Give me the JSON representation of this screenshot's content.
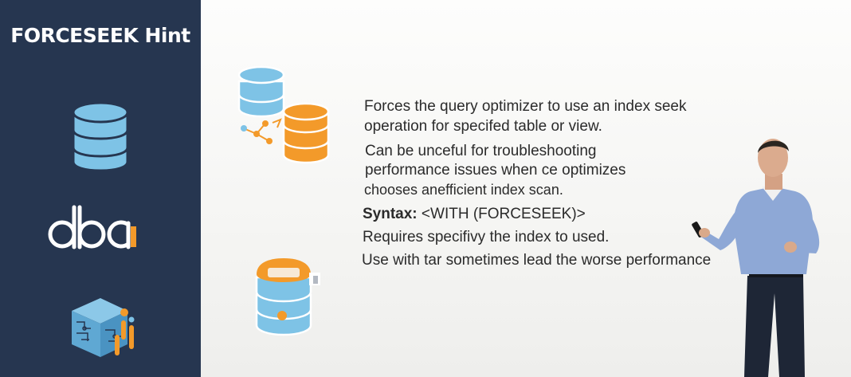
{
  "sidebar": {
    "title": "FORCESEEK Hint",
    "items": [
      {
        "icon": "database-icon"
      },
      {
        "icon": "dba-logo",
        "logo_text": "dba"
      },
      {
        "icon": "data-cube-icon"
      }
    ]
  },
  "slide": {
    "illustrations": [
      {
        "icon": "database-branch-icon"
      },
      {
        "icon": "database-worker-icon"
      }
    ],
    "text": {
      "description_line1": "Forces the query optimizer to use an index seek",
      "description_line2": "operation for specifed table or view.",
      "troubleshoot_line1": "Can be unceful for troubleshooting",
      "troubleshoot_line2": "performance issues when ce optimizes",
      "troubleshoot_line3": "chooses anefficient index scan.",
      "syntax_label": "Syntax:",
      "syntax_value": "<WITH (FORCESEEK)>",
      "requires_line": "Requires specifivy the index to used.",
      "caution_line": "Use with tar sometimes lead the worse performance"
    }
  },
  "colors": {
    "sidebar_bg": "#263650",
    "db_blue": "#7ec3e6",
    "db_orange": "#f39a2a",
    "text": "#2b2b2b"
  }
}
